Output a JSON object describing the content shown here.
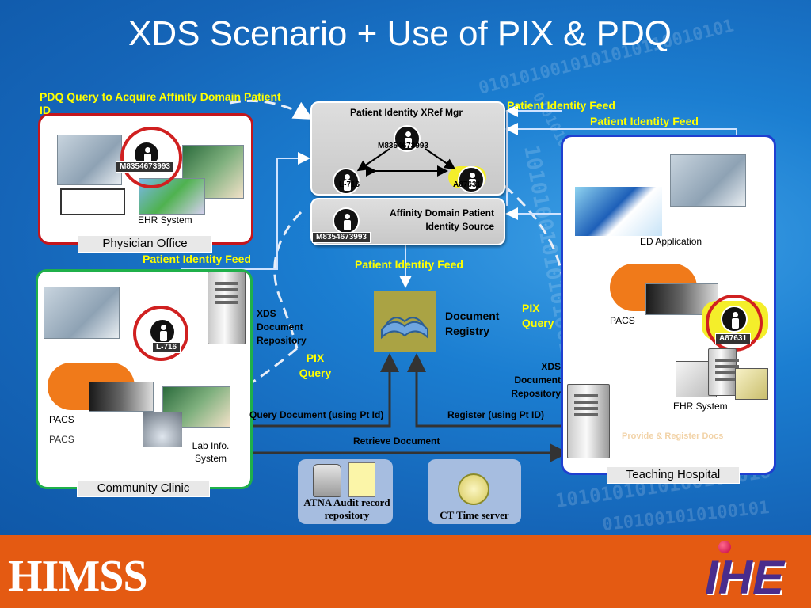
{
  "title": "XDS Scenario + Use of PIX & PDQ",
  "labels": {
    "pdq_query": "PDQ Query to Acquire Affinity Domain Patient ID",
    "pif_left": "Patient Identity Feed",
    "pif_top": "Patient Identity Feed",
    "pif_right": "Patient Identity Feed",
    "pif_center": "Patient  Identity Feed",
    "pix_query_left": "PIX Query",
    "pix_query_right": "PIX Query",
    "query_document": "Query Document (using Pt Id)",
    "register": "Register (using Pt ID)",
    "retrieve_document": "Retrieve Document",
    "provide_register": "Provide & Register Docs"
  },
  "xref_panel": {
    "title": "Patient Identity XRef Mgr",
    "center_id": "M8354673993",
    "left_id": "L-716",
    "right_id": "A87631"
  },
  "affinity_panel": {
    "title": "Affinity Domain Patient Identity Source",
    "id": "M8354673993"
  },
  "registry": {
    "label": "Document Registry"
  },
  "physician_office": {
    "caption": "Physician Office",
    "patient_id": "M8354673993",
    "ehr": "EHR System"
  },
  "community_clinic": {
    "caption": "Community Clinic",
    "patient_id": "L-716",
    "pacs_a": "PACS",
    "pacs_b": "PACS",
    "lab": "Lab Info. System",
    "repository": "XDS Document Repository"
  },
  "teaching_hospital": {
    "caption": "Teaching Hospital",
    "ed": "ED Application",
    "pacs": "PACS",
    "patient_id": "A87631",
    "ehr": "EHR System",
    "repository": "XDS Document Repository"
  },
  "services": {
    "atna": "ATNA Audit record repository",
    "ct": "CT Time server"
  },
  "logos": {
    "left": "HIMSS",
    "right": "IHE"
  },
  "colors": {
    "label_yellow": "#ffff00",
    "footer_orange": "#e45a12",
    "ihe_purple": "#4a2c8c"
  }
}
